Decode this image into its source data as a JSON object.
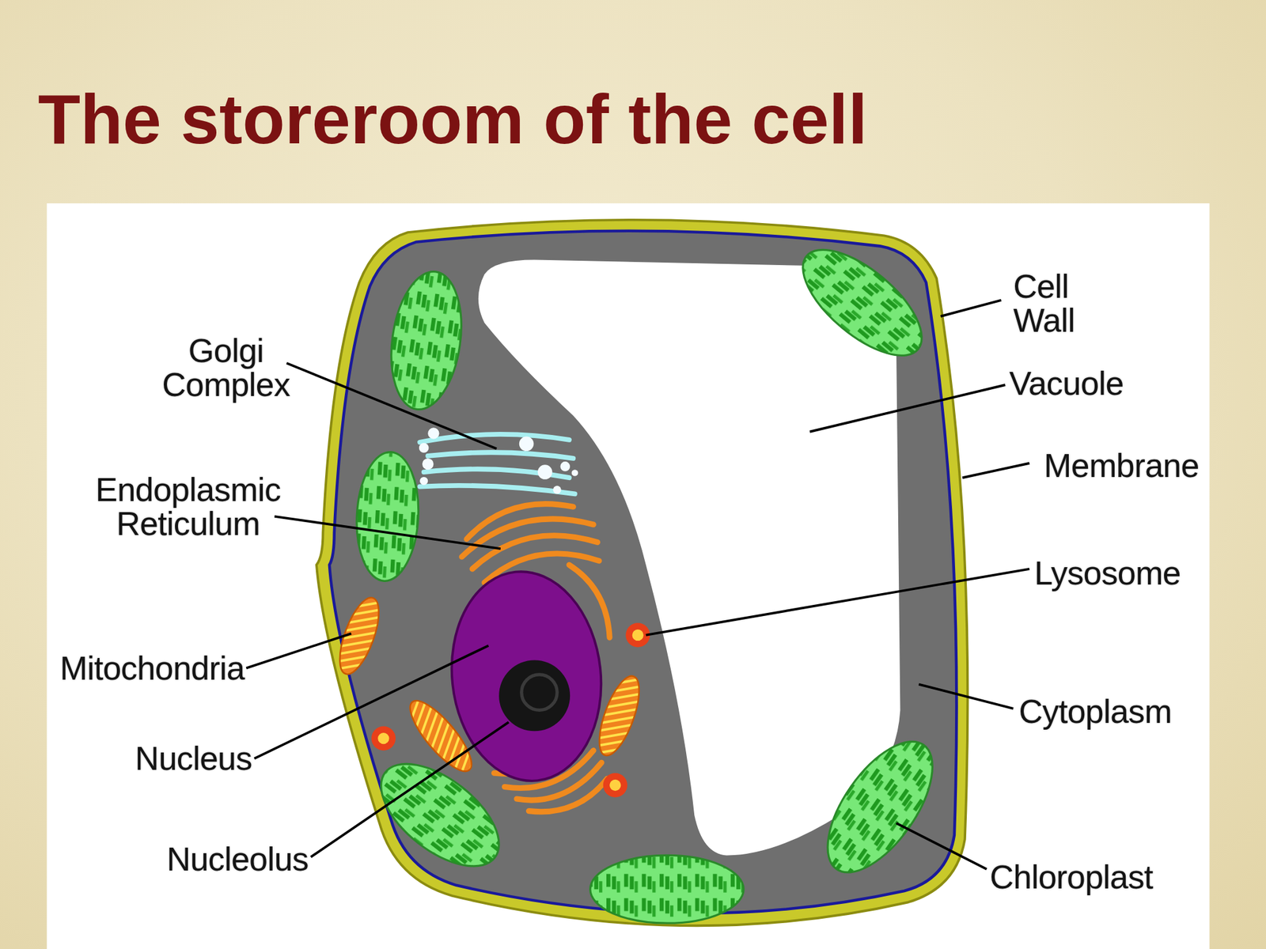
{
  "diagram": {
    "title": "The storeroom of the cell",
    "labels": [
      "Golgi Complex",
      "Endoplasmic Reticulum",
      "Mitochondria",
      "Nucleus",
      "Nucleolus",
      "Cell Wall",
      "Vacuole",
      "Membrane",
      "Lysosome",
      "Cytoplasm",
      "Chloroplast"
    ]
  }
}
